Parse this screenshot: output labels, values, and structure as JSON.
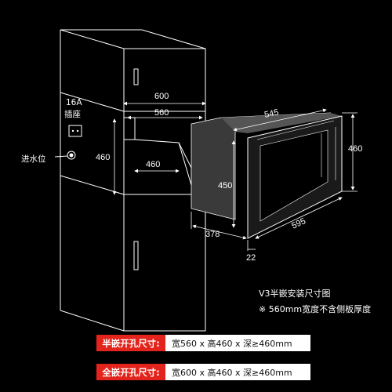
{
  "dims": {
    "cab_width": "600",
    "cab_inner_width": "560",
    "cab_height": "460",
    "cab_depth": "460",
    "oven_front_depth": "545",
    "oven_height": "460",
    "oven_inner_height": "450",
    "oven_side_depth": "378",
    "oven_width": "595",
    "oven_panel": "22"
  },
  "labels": {
    "socket_amp": "16A",
    "socket_name": "插座",
    "water_inlet": "进水位"
  },
  "notes": {
    "title": "V3半嵌安装尺寸图",
    "remark": "※ 560mm宽度不含侧板厚度"
  },
  "specs": [
    {
      "tag": "半嵌开孔尺寸:",
      "value": "宽560 x 高460 x 深≥460mm"
    },
    {
      "tag": "全嵌开孔尺寸:",
      "value": "宽600 x 高460 x 深≥460mm"
    }
  ],
  "colors": {
    "accent": "#e3241c",
    "line": "#ffffff",
    "background": "#000000"
  }
}
